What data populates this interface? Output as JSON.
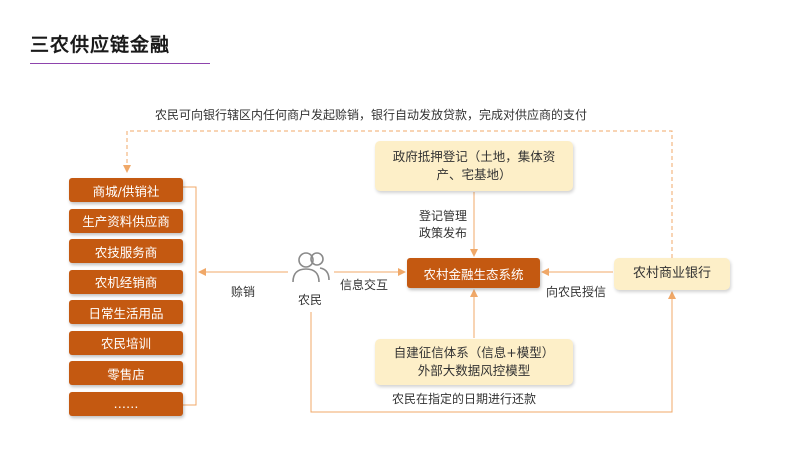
{
  "title": "三农供应链金融",
  "top_note": "农民可向银行辖区内任何商户发起赊销，银行自动发放贷款，完成对供应商的支付",
  "entities": [
    "商城/供销社",
    "生产资料供应商",
    "农技服务商",
    "农机经销商",
    "日常生活用品",
    "农民培训",
    "零售店",
    "……"
  ],
  "farmer": {
    "label": "农民",
    "icon": "users-icon"
  },
  "labels": {
    "credit_sale": "赊销",
    "info_exchange": "信息交互",
    "registration_1": "登记管理",
    "registration_2": "政策发布",
    "grant_credit": "向农民授信",
    "repay": "农民在指定的日期进行还款"
  },
  "gov_box": {
    "line1": "政府抵押登记（土地，集体资",
    "line2": "产、宅基地）"
  },
  "ecosystem": "农村金融生态系统",
  "bank": "农村商业银行",
  "credit_box": {
    "line1": "自建征信体系（信息+模型）",
    "line2": "外部大数据风控模型"
  },
  "colors": {
    "orange": "#c45911",
    "cream": "#fdefc8",
    "line": "#f0a868",
    "accent": "#8e44ad"
  }
}
